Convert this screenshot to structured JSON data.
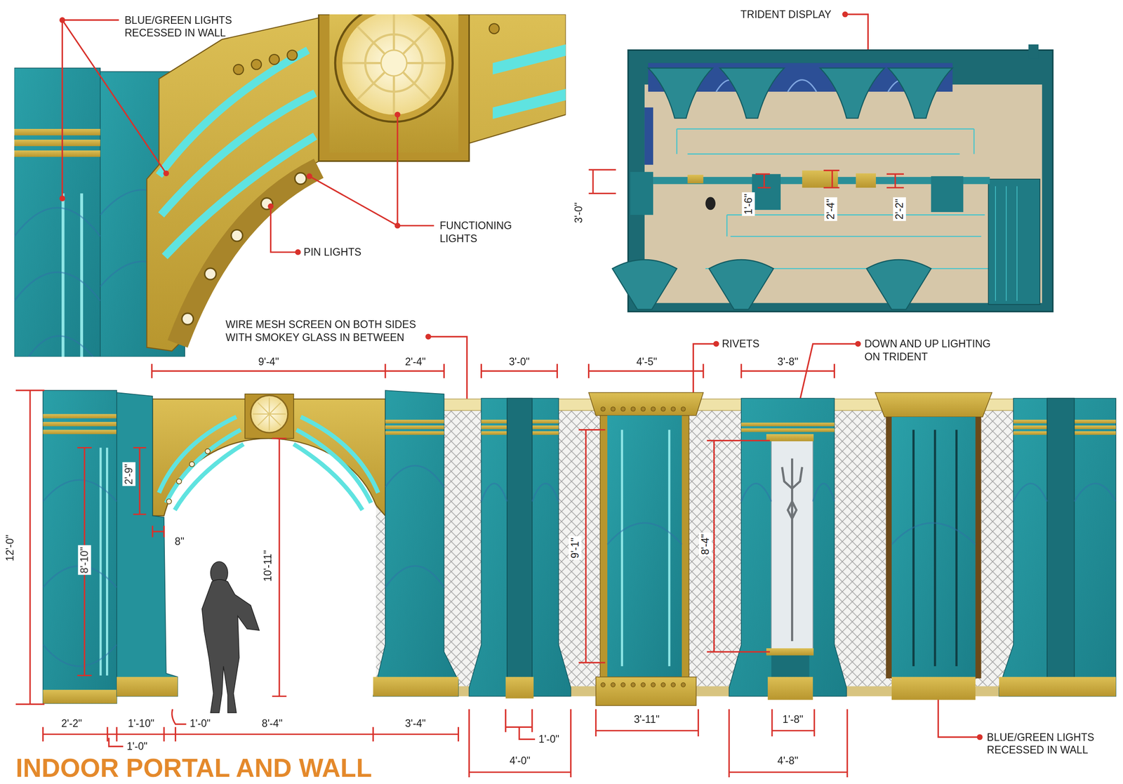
{
  "diagram": {
    "title": "INDOOR PORTAL AND WALL",
    "labels": [
      "BLUE/GREEN LIGHTS RECESSED IN WALL",
      "FUNCTIONING LIGHTS",
      "PIN LIGHTS",
      "TRIDENT DISPLAY",
      "3'-0\"",
      "1'-6\"",
      "2'-4\"",
      "2'-2\"",
      "WIRE MESH SCREEN ON BOTH SIDES WITH SMOKEY GLASS IN BETWEEN",
      "RIVETS",
      "DOWN AND UP LIGHTING ON TRIDENT",
      "9'-4\"",
      "2'-4\"",
      "3'-0\"",
      "4'-5\"",
      "3'-8\"",
      "12'-0\"",
      "8'-10\"",
      "2'-9\"",
      "8\"",
      "10'-11\"",
      "9'-1\"",
      "8'-4\"",
      "2'-2\"",
      "1'-0\"",
      "1'-10\"",
      "1'-0\"",
      "8'-4\"",
      "3'-4\"",
      "1'-0\"",
      "4'-0\"",
      "3'-11\"",
      "1'-8\"",
      "4'-8\"",
      "BLUE/GREEN LIGHTS RECESSED IN WALL"
    ]
  }
}
